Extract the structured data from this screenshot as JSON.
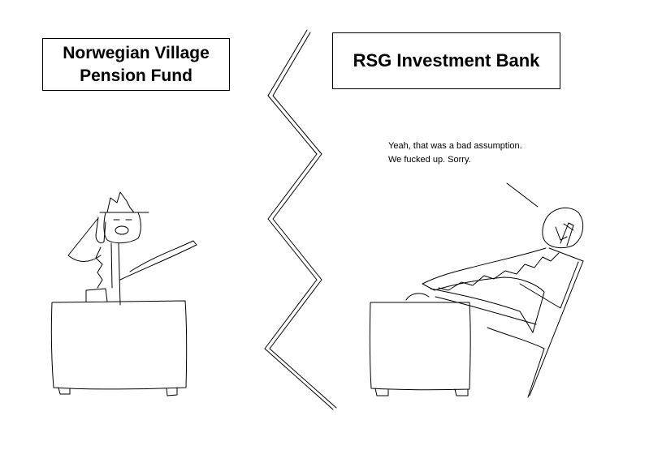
{
  "left_panel": {
    "title_line1": "Norwegian Village",
    "title_line2": "Pension Fund"
  },
  "right_panel": {
    "title": "RSG Investment Bank",
    "speech_line1": "Yeah, that was a bad assumption.",
    "speech_line2": "We fucked up. Sorry."
  },
  "colors": {
    "background": "#ffffff",
    "ink": "#000000"
  }
}
